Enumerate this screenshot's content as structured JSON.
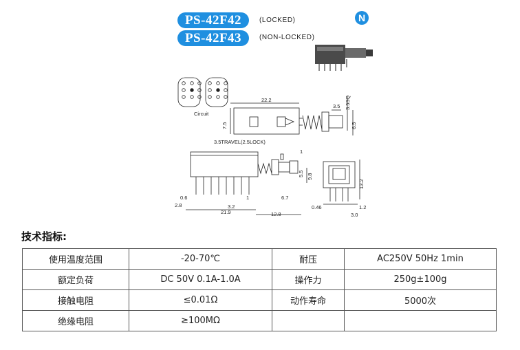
{
  "header": {
    "model_locked": "PS-42F42",
    "model_locked_note": "(LOCKED)",
    "model_nonlocked": "PS-42F43",
    "model_nonlocked_note": "(NON-LOCKED)",
    "logo_letter": "N"
  },
  "drawing": {
    "circuit_label": "Circuit",
    "dim_22_2": "22.2",
    "dim_3_5sq": "3.5SQ",
    "dim_3_5": "3.5",
    "dim_7_5": "7.5",
    "dim_6_5": "6.5",
    "travel": "3.5TRAVEL(2.5LOCK)",
    "dim_1": "1",
    "dim_9_8": "9.8",
    "dim_5_5": "5.5",
    "dim_13_2": "13.2",
    "dim_0_6": "0.6",
    "dim_1b": "1",
    "dim_6_7": "6.7",
    "dim_2_8": "2.8",
    "dim_3_2": "3.2",
    "dim_21_9": "21.9",
    "dim_12_8": "12.8",
    "dim_0_46": "0.46",
    "dim_1_2": "1.2",
    "dim_3_0": "3.0"
  },
  "section_title": "技术指标:",
  "specs": [
    {
      "label1": "使用温度范围",
      "value1": "-20-70℃",
      "label2": "耐压",
      "value2": "AC250V 50Hz 1min"
    },
    {
      "label1": "额定负荷",
      "value1": "DC 50V 0.1A-1.0A",
      "label2": "操作力",
      "value2": "250g±100g"
    },
    {
      "label1": "接触电阻",
      "value1": "≤0.01Ω",
      "label2": "动作寿命",
      "value2": "5000次"
    },
    {
      "label1": "绝缘电阻",
      "value1": "≥100MΩ",
      "label2": "",
      "value2": ""
    }
  ],
  "colors": {
    "brand_blue": "#1f8fe0",
    "line": "#222222",
    "table_border": "#555555"
  }
}
